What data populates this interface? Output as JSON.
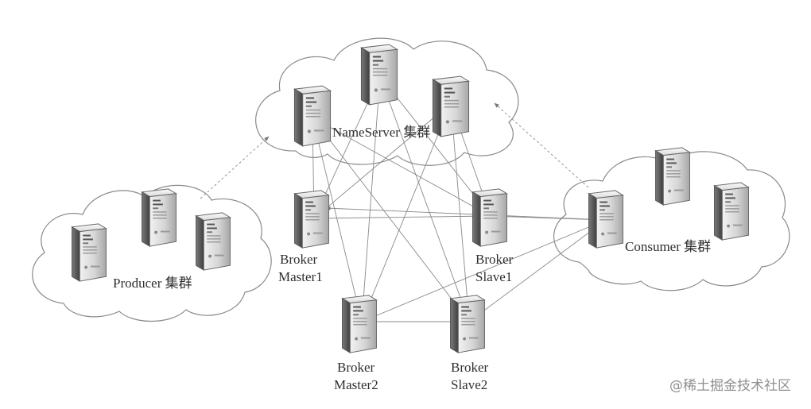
{
  "diagram": {
    "clusters": {
      "nameserver": "NameServer 集群",
      "producer": "Producer 集群",
      "consumer": "Consumer 集群"
    },
    "brokers": {
      "master1": [
        "Broker",
        "Master1"
      ],
      "slave1": [
        "Broker",
        "Slave1"
      ],
      "master2": [
        "Broker",
        "Master2"
      ],
      "slave2": [
        "Broker",
        "Slave2"
      ]
    },
    "watermark": "@稀土掘金技术社区"
  },
  "colors": {
    "line": "#8a8a8a",
    "server_light": "#f4f4f4",
    "server_mid": "#cfcfcf",
    "server_dark": "#5a5a5a"
  }
}
